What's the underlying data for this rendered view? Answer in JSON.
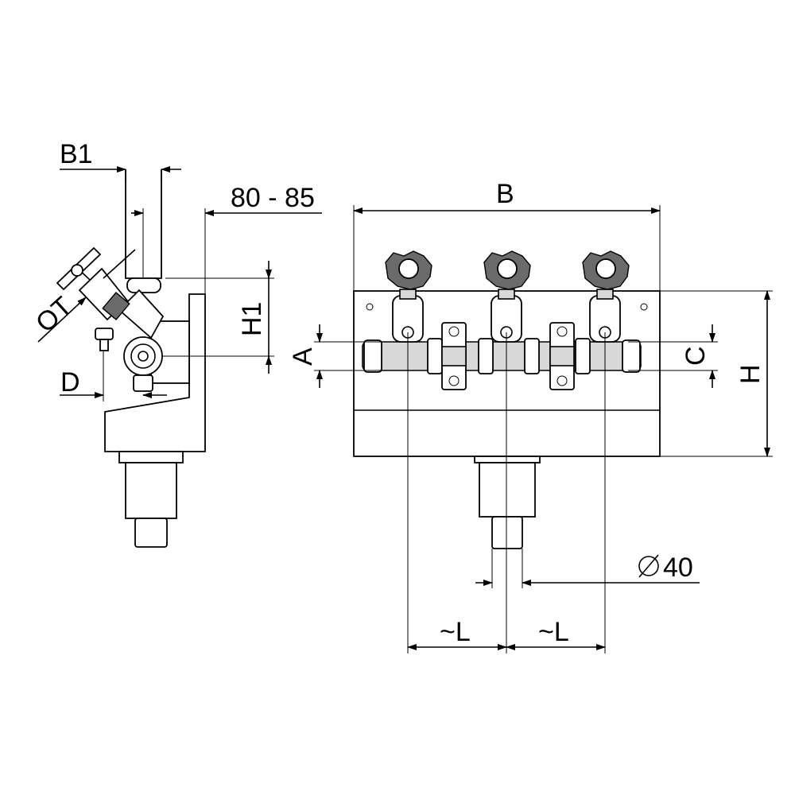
{
  "dimensions": {
    "b1": "B1",
    "width_range": "80 - 85",
    "ot": "OT",
    "h1": "H1",
    "d": "D",
    "b": "B",
    "a": "A",
    "c": "C",
    "h": "H",
    "diameter": "40",
    "l_left": "~L",
    "l_right": "~L"
  }
}
